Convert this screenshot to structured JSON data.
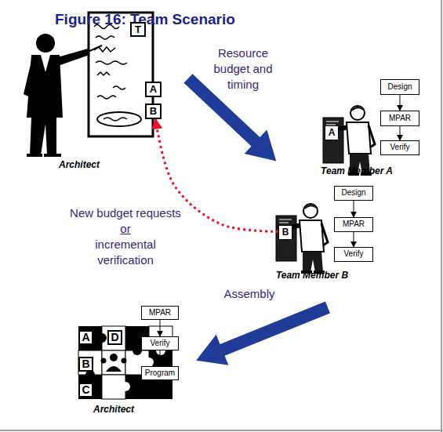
{
  "diagram": {
    "title": "Figure 16: Team Scenario",
    "nodes": [
      {
        "text": [
          "T"
        ]
      },
      {
        "text": [
          "A"
        ]
      },
      {
        "text": [
          "B"
        ]
      },
      {
        "text": [
          "Design"
        ]
      },
      {
        "text": [
          "MPAR"
        ]
      },
      {
        "text": [
          "Verify"
        ]
      },
      {
        "text": [
          "A"
        ]
      },
      {
        "text": [
          "Design"
        ]
      },
      {
        "text": [
          "MPAR"
        ]
      },
      {
        "text": [
          "Verify"
        ]
      },
      {
        "text": [
          "B"
        ]
      },
      {
        "text": [
          "MPAR"
        ]
      },
      {
        "text": [
          "Verify"
        ]
      },
      {
        "text": [
          "Program"
        ]
      },
      {
        "text": [
          "A"
        ]
      },
      {
        "text": [
          "D"
        ]
      },
      {
        "text": [
          "B"
        ]
      },
      {
        "text": [
          "C"
        ]
      }
    ],
    "edges": [
      {
        "from": 3,
        "to": 4,
        "arrow": "to"
      },
      {
        "from": 4,
        "to": 5,
        "arrow": "to"
      },
      {
        "from": 7,
        "to": 8,
        "arrow": "to"
      },
      {
        "from": 8,
        "to": 9,
        "arrow": "to"
      },
      {
        "from": 11,
        "to": 12,
        "arrow": "to"
      },
      {
        "from": 12,
        "to": 13,
        "arrow": "to"
      },
      {
        "from": 10,
        "to": 2,
        "arrow": "to"
      }
    ],
    "labels": [
      "Architect",
      "Resource budget and timing",
      "Team Member A",
      "New budget requests",
      "or",
      "incremental verification",
      "Team Member B",
      "Assembly",
      "Architect"
    ]
  }
}
